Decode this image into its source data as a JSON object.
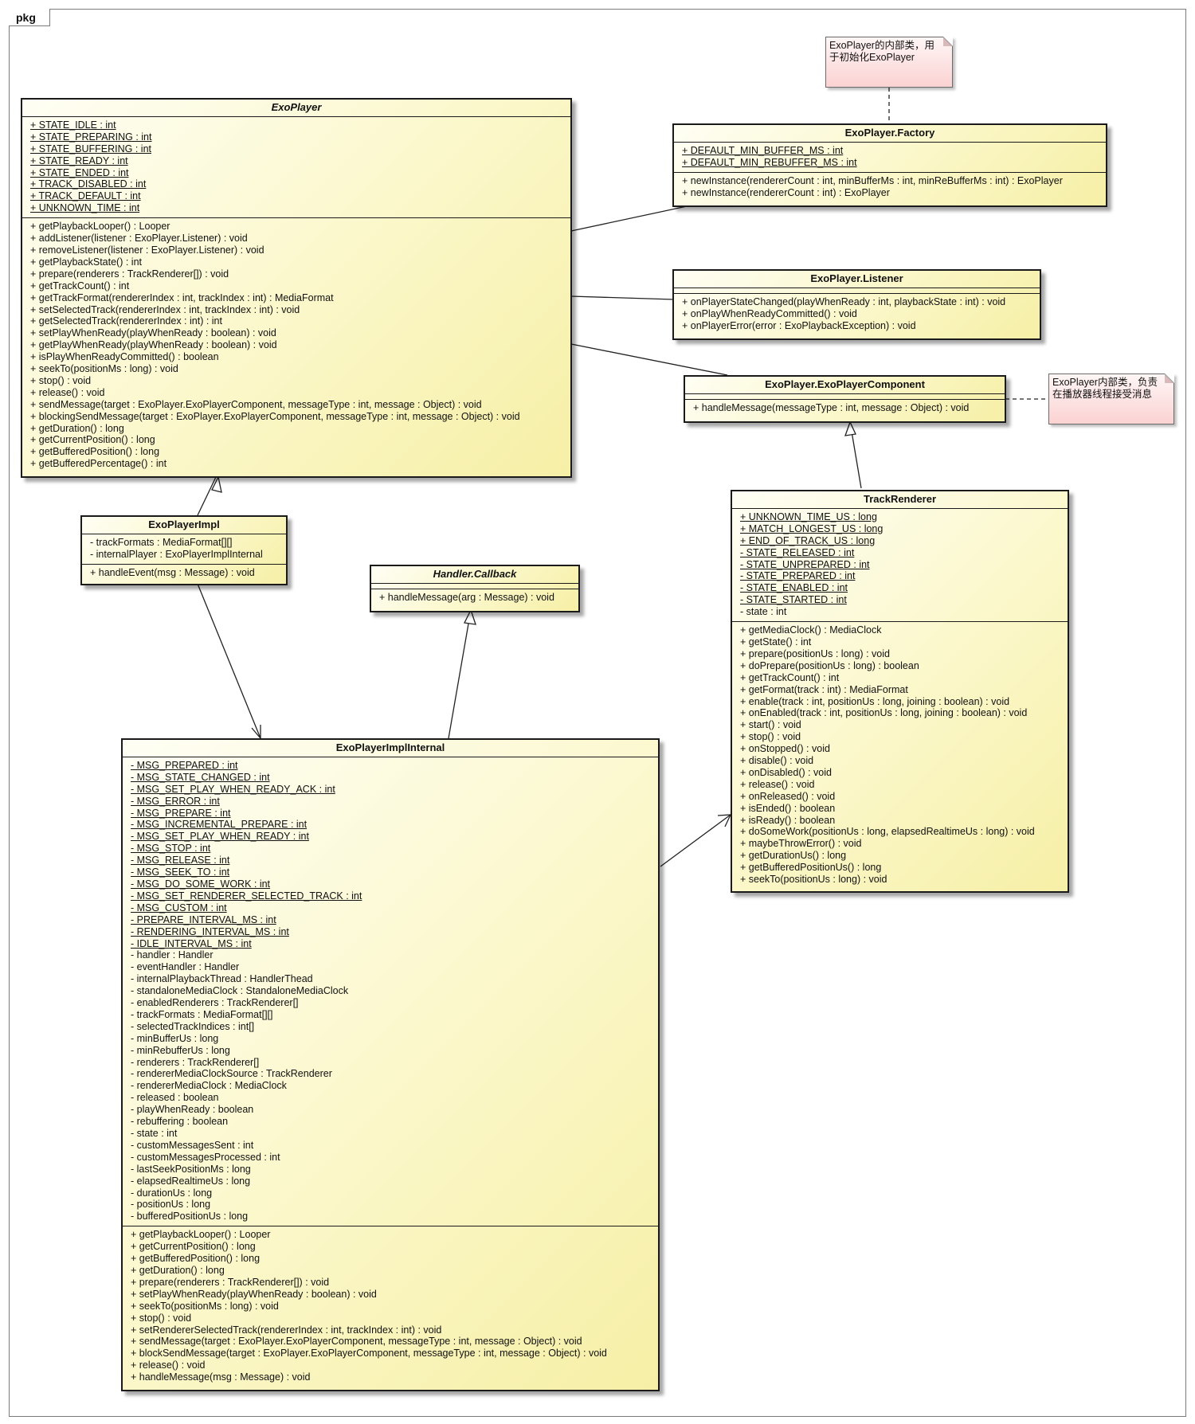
{
  "frame": {
    "label": "pkg"
  },
  "classes": {
    "exoplayer": {
      "name": "ExoPlayer",
      "attributes": [
        "+ STATE_IDLE : int",
        "+ STATE_PREPARING : int",
        "+ STATE_BUFFERING : int",
        "+ STATE_READY : int",
        "+ STATE_ENDED : int",
        "+ TRACK_DISABLED : int",
        "+ TRACK_DEFAULT : int",
        "+ UNKNOWN_TIME : int"
      ],
      "operations": [
        "+ getPlaybackLooper() : Looper",
        "+ addListener(listener : ExoPlayer.Listener) : void",
        "+ removeListener(listener : ExoPlayer.Listener) : void",
        "+ getPlaybackState() : int",
        "+ prepare(renderers : TrackRenderer[]) : void",
        "+ getTrackCount() : int",
        "+ getTrackFormat(rendererIndex : int, trackIndex : int) : MediaFormat",
        "+ setSelectedTrack(rendererIndex : int, trackIndex : int) : void",
        "+ getSelectedTrack(rendererIndex : int) : int",
        "+ setPlayWhenReady(playWhenReady : boolean) : void",
        "+ getPlayWhenReady(playWhenReady : boolean) : void",
        "+ isPlayWhenReadyCommitted() : boolean",
        "+ seekTo(positionMs : long) : void",
        "+ stop() : void",
        "+ release() : void",
        "+ sendMessage(target : ExoPlayer.ExoPlayerComponent, messageType : int, message : Object) : void",
        "+ blockingSendMessage(target : ExoPlayer.ExoPlayerComponent, messageType : int, message : Object) : void",
        "+ getDuration() : long",
        "+ getCurrentPosition() : long",
        "+ getBufferedPosition() : long",
        "+ getBufferedPercentage() : int"
      ]
    },
    "factory": {
      "name": "ExoPlayer.Factory",
      "attributes": [
        "+ DEFAULT_MIN_BUFFER_MS : int",
        "+ DEFAULT_MIN_REBUFFER_MS : int"
      ],
      "operations": [
        "+ newInstance(rendererCount : int, minBufferMs : int, minReBufferMs : int) : ExoPlayer",
        "+ newInstance(rendererCount : int) : ExoPlayer"
      ]
    },
    "listener": {
      "name": "ExoPlayer.Listener",
      "attributes": [],
      "operations": [
        "+ onPlayerStateChanged(playWhenReady : int, playbackState : int) : void",
        "+ onPlayWhenReadyCommitted() : void",
        "+ onPlayerError(error : ExoPlaybackException) : void"
      ]
    },
    "component": {
      "name": "ExoPlayer.ExoPlayerComponent",
      "attributes": [],
      "operations": [
        "+ handleMessage(messageType : int, message : Object) : void"
      ]
    },
    "impl": {
      "name": "ExoPlayerImpl",
      "attributes": [
        "- trackFormats : MediaFormat[][]",
        "- internalPlayer : ExoPlayerImplInternal"
      ],
      "operations": [
        "+ handleEvent(msg : Message) : void"
      ]
    },
    "callback": {
      "name": "Handler.Callback",
      "attributes": [],
      "operations": [
        "+ handleMessage(arg : Message) : void"
      ]
    },
    "renderer": {
      "name": "TrackRenderer",
      "attributes": [
        "+ UNKNOWN_TIME_US : long",
        "+ MATCH_LONGEST_US : long",
        "+ END_OF_TRACK_US : long",
        "- STATE_RELEASED : int",
        "- STATE_UNPREPARED : int",
        "- STATE_PREPARED : int",
        "- STATE_ENABLED : int",
        "- STATE_STARTED : int",
        "- state : int"
      ],
      "operations": [
        "+ getMediaClock() : MediaClock",
        "+ getState() : int",
        "+ prepare(positionUs : long) : void",
        "+ doPrepare(positionUs : long) : boolean",
        "+ getTrackCount() : int",
        "+ getFormat(track : int) : MediaFormat",
        "+ enable(track : int, positionUs : long, joining : boolean) : void",
        "+ onEnabled(track : int, positionUs : long, joining : boolean) : void",
        "+ start() : void",
        "+ stop() : void",
        "+ onStopped() : void",
        "+ disable() : void",
        "+ onDisabled() : void",
        "+ release() : void",
        "+ onReleased() : void",
        "+ isEnded() : boolean",
        "+ isReady() : boolean",
        "+ doSomeWork(positionUs : long, elapsedRealtimeUs : long) : void",
        "+ maybeThrowError() : void",
        "+ getDurationUs() : long",
        "+ getBufferedPositionUs() : long",
        "+ seekTo(positionUs : long) : void"
      ]
    },
    "internal": {
      "name": "ExoPlayerImplInternal",
      "attributes": [
        "- MSG_PREPARED : int",
        "- MSG_STATE_CHANGED : int",
        "- MSG_SET_PLAY_WHEN_READY_ACK : int",
        "- MSG_ERROR : int",
        "- MSG_PREPARE : int",
        "- MSG_INCREMENTAL_PREPARE : int",
        "- MSG_SET_PLAY_WHEN_READY : int",
        "- MSG_STOP : int",
        "- MSG_RELEASE : int",
        "- MSG_SEEK_TO : int",
        "- MSG_DO_SOME_WORK : int",
        "- MSG_SET_RENDERER_SELECTED_TRACK : int",
        "- MSG_CUSTOM : int",
        "- PREPARE_INTERVAL_MS : int",
        "- RENDERING_INTERVAL_MS : int",
        "- IDLE_INTERVAL_MS : int",
        "- handler : Handler",
        "- eventHandler : Handler",
        "- internalPlaybackThread : HandlerThead",
        "- standaloneMediaClock : StandaloneMediaClock",
        "- enabledRenderers : TrackRenderer[]",
        "- trackFormats : MediaFormat[][]",
        "- selectedTrackIndices : int[]",
        "- minBufferUs : long",
        "- minRebufferUs : long",
        "- renderers : TrackRenderer[]",
        "- rendererMediaClockSource : TrackRenderer",
        "- rendererMediaClock : MediaClock",
        "- released : boolean",
        "- playWhenReady : boolean",
        "- rebuffering : boolean",
        "- state : int",
        "- customMessagesSent : int",
        "- customMessagesProcessed : int",
        "- lastSeekPositionMs : long",
        "- elapsedRealtimeUs : long",
        "- durationUs : long",
        "- positionUs : long",
        "- bufferedPositionUs : long"
      ],
      "operations": [
        "+ getPlaybackLooper() : Looper",
        "+ getCurrentPosition() : long",
        "+ getBufferedPosition() : long",
        "+ getDuration() : long",
        "+ prepare(renderers : TrackRenderer[]) : void",
        "+ setPlayWhenReady(playWhenReady : boolean) : void",
        "+ seekTo(positionMs : long) : void",
        "+ stop() : void",
        "+ setRendererSelectedTrack(rendererIndex : int, trackIndex : int) : void",
        "+ sendMessage(target : ExoPlayer.ExoPlayerComponent, messageType : int, message : Object) : void",
        "+ blockSendMessage(target : ExoPlayer.ExoPlayerComponent, messageType : int, message : Object) : void",
        "+ release() : void",
        "+ handleMessage(msg : Message) : void"
      ]
    }
  },
  "notes": {
    "factory_note": [
      "ExoPlayer的内部类，用",
      "于初始化ExoPlayer"
    ],
    "component_note": [
      "ExoPlayer内部类，负责",
      "在播放器线程接受消息"
    ]
  }
}
